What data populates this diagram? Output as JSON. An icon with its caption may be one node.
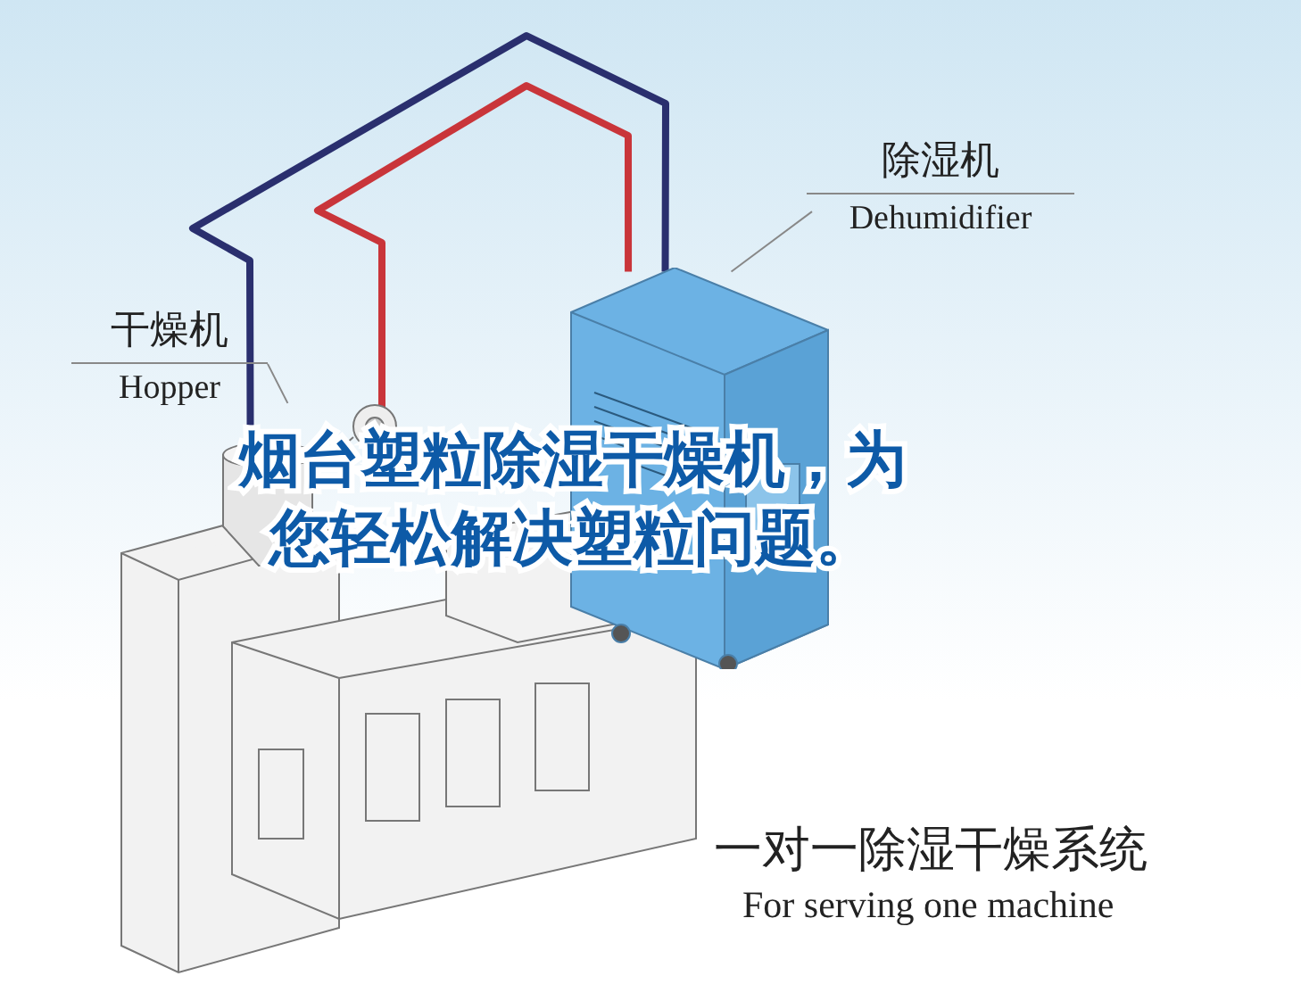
{
  "diagram": {
    "title": "烟台塑粒除湿干燥机，为您轻松解决塑粒问题。",
    "nodes": [
      {
        "text": [
          "干燥机",
          "Hopper"
        ]
      },
      {
        "text": [],
        "shape": "picture"
      },
      {
        "text": [
          "除湿机",
          "Dehumidifier"
        ]
      },
      {
        "text": [],
        "shape": "picture"
      }
    ],
    "edges": [
      {
        "from": 0,
        "to": 1,
        "arrow": "none"
      },
      {
        "from": 2,
        "to": 3,
        "arrow": "none"
      },
      {
        "from": 3,
        "to": 1,
        "arrow": "none",
        "style": "thick",
        "color": "#2a2f6e"
      },
      {
        "from": 3,
        "to": 1,
        "arrow": "none",
        "style": "thick",
        "color": "#c9353a"
      }
    ],
    "labels": [
      "一对一除湿干燥系统",
      "For serving one machine"
    ]
  }
}
